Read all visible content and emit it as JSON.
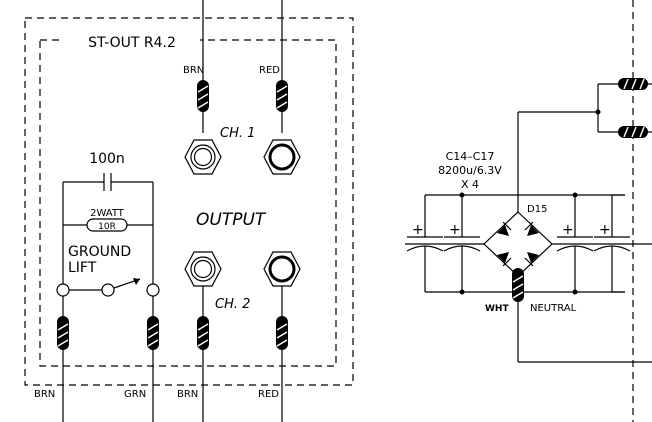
{
  "board": {
    "title": "ST-OUT R4.2",
    "output_label": "OUTPUT",
    "ch1_label": "CH. 1",
    "ch2_label": "CH. 2",
    "cap_value": "100n",
    "resistor_rating": "2WATT",
    "resistor_value": "10R",
    "ground_lift_line1": "GROUND",
    "ground_lift_line2": "LIFT",
    "top_wires": {
      "left": "BRN",
      "right": "RED"
    },
    "bottom_wires": [
      "BRN",
      "GRN",
      "BRN",
      "RED"
    ]
  },
  "psu": {
    "caps_label": "C14–C17",
    "caps_value": "8200u/6.3V",
    "caps_qty": "X 4",
    "diode_label": "D15",
    "wht_label": "WHT",
    "neutral_label": "NEUTRAL",
    "plus_sign": "+"
  }
}
